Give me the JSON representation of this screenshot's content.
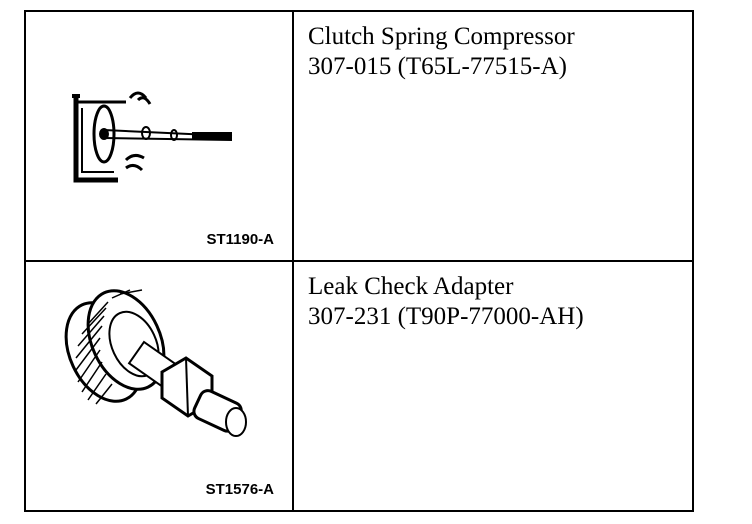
{
  "rows": [
    {
      "figure_code": "ST1190-A",
      "tool_name": "Clutch Spring Compressor",
      "part_number": "307-015 (T65L-77515-A)",
      "icon": "clutch-spring-compressor-icon"
    },
    {
      "figure_code": "ST1576-A",
      "tool_name": "Leak Check Adapter",
      "part_number": "307-231 (T90P-77000-AH)",
      "icon": "leak-check-adapter-icon"
    }
  ]
}
